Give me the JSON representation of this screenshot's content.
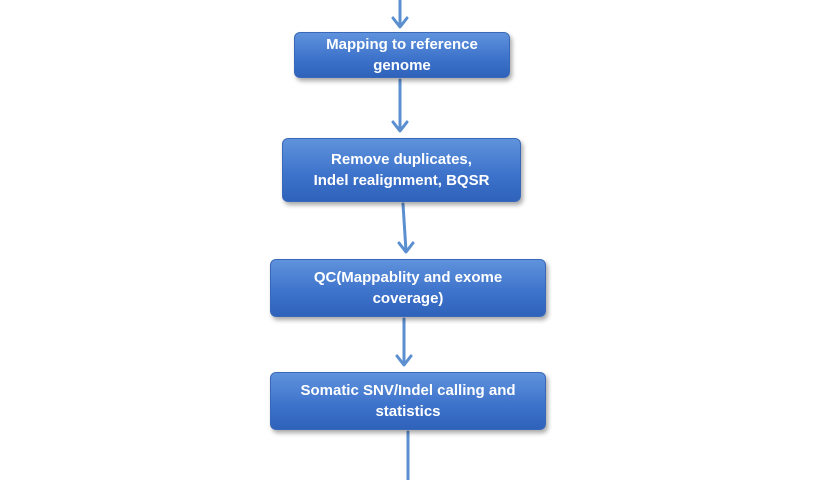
{
  "diagram": {
    "colors": {
      "box_fill": "#3f74cc",
      "box_text": "#ffffff",
      "arrow": "#5b8fd0"
    },
    "steps": [
      {
        "label": "Mapping to reference\ngenome"
      },
      {
        "label": "Remove duplicates,\nIndel realignment, BQSR"
      },
      {
        "label": "QC(Mappablity and exome\ncoverage)"
      },
      {
        "label": "Somatic SNV/Indel calling and\nstatistics"
      }
    ]
  }
}
